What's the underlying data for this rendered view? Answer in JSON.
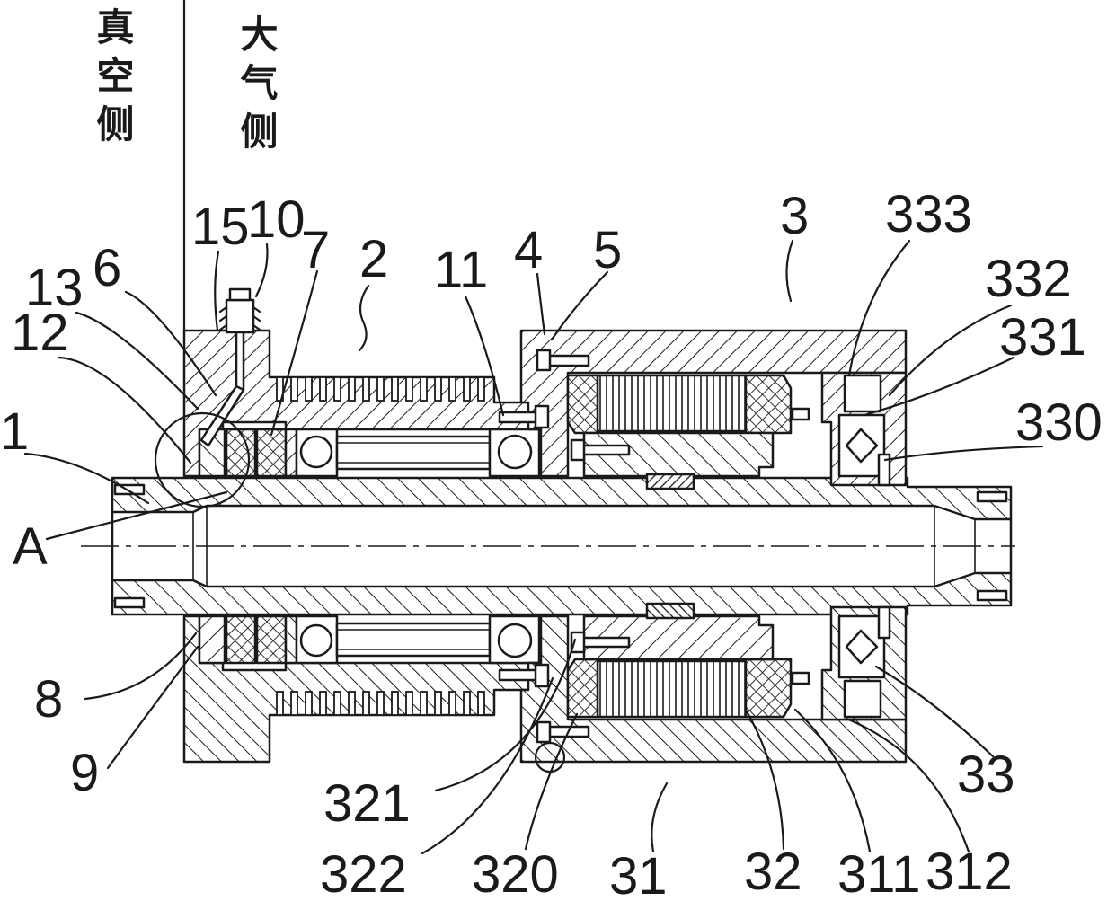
{
  "side_labels": {
    "vacuum_side": "真空侧",
    "atmosphere_side": "大气侧"
  },
  "part_labels": {
    "n15": "15",
    "n10": "10",
    "n6": "6",
    "n7": "7",
    "n2": "2",
    "n13": "13",
    "n12": "12",
    "n11": "11",
    "n4": "4",
    "n5": "5",
    "n3": "3",
    "n333": "333",
    "n332": "332",
    "n331": "331",
    "n330": "330",
    "n1": "1",
    "nA": "A",
    "n8": "8",
    "n9": "9",
    "n321": "321",
    "n322": "322",
    "n320": "320",
    "n31": "31",
    "n32": "32",
    "n311": "311",
    "n312": "312",
    "n33": "33"
  },
  "colors": {
    "ink": "#1a1a1a",
    "background": "#ffffff"
  }
}
